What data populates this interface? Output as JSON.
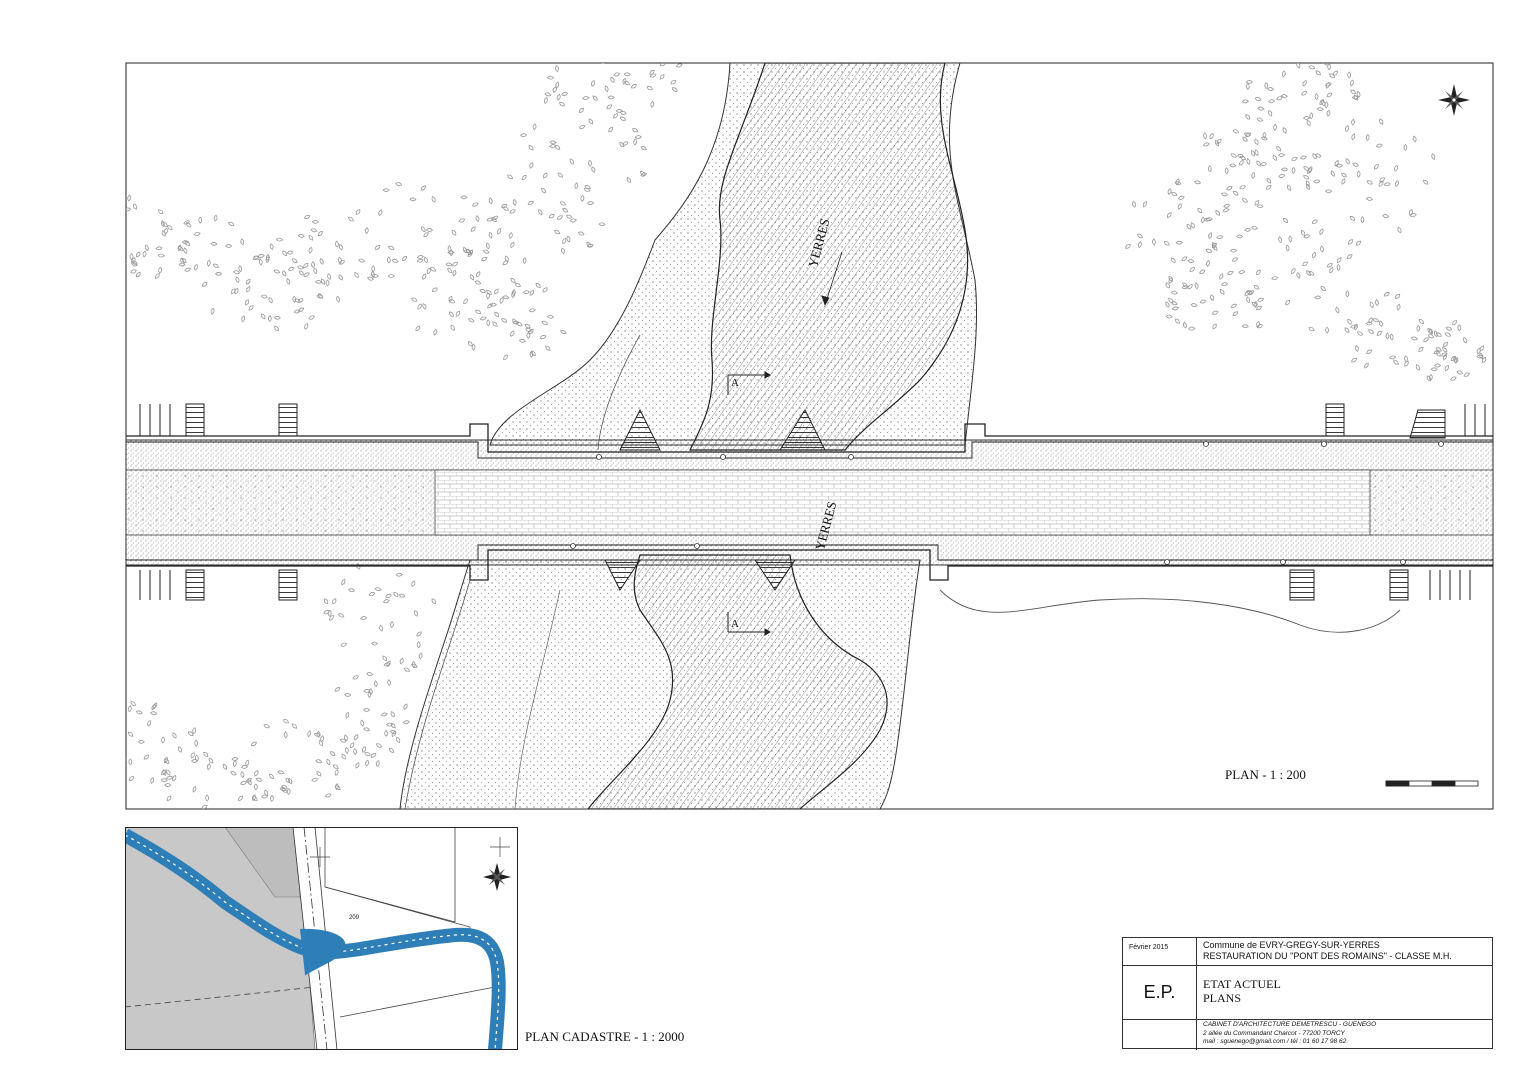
{
  "plan": {
    "river_labels": [
      "YERRES",
      "YERRES"
    ],
    "section_marks": [
      "A",
      "A"
    ],
    "scale_label": "PLAN - 1 : 200"
  },
  "cadastre": {
    "scale_label": "PLAN CADASTRE - 1 : 2000",
    "parcel_label": "209",
    "river_color": "#2e7fb8"
  },
  "title_block": {
    "date": "Février 2015",
    "commune": "Commune de EVRY-GREGY-SUR-YERRES",
    "project": "RESTAURATION DU \"PONT DES ROMAINS\" - CLASSE M.H.",
    "phase": "E.P.",
    "drawing_title_1": "ETAT ACTUEL",
    "drawing_title_2": "PLANS",
    "office": "CABINET D'ARCHITECTURE DEMETRESCU - GUENEGO",
    "address": "2 allée du Commandant Charcot - 77200 TORCY",
    "contact": "mail : sguenego@gmail.com / tél : 01 60 17 98 62"
  }
}
